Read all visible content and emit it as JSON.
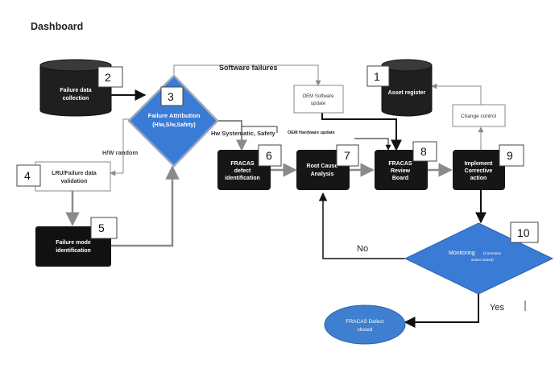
{
  "page": {
    "title": "Dashboard"
  },
  "nodes": {
    "failure_data": {
      "line1": "Failure data",
      "line2": "collection",
      "num": "2"
    },
    "asset_register": {
      "line1": "Asset register",
      "num": "1"
    },
    "failure_attribution": {
      "line1": "Failure Attribution",
      "line2": "(H/w,S/w,Safety)",
      "num": "3"
    },
    "oem_software": {
      "line1": "OEM Software",
      "line2": "update"
    },
    "change_control": {
      "line1": "Change control"
    },
    "lru_validation": {
      "line1": "LRU/Failure data",
      "line2": "validation",
      "num": "4"
    },
    "fracas_defect": {
      "line1": "FRACAS",
      "line2": "defect",
      "line3": "identification",
      "num": "6"
    },
    "root_cause": {
      "line1": "Root Cause",
      "line2": "Analysis",
      "num": "7"
    },
    "review_board": {
      "line1": "FRACAS",
      "line2": "Review",
      "line3": "Board",
      "num": "8"
    },
    "implement": {
      "line1": "Implement",
      "line2": "Corrective",
      "line3": "action",
      "num": "9"
    },
    "failure_mode": {
      "line1": "Failure mode",
      "line2": "identification",
      "num": "5"
    },
    "monitoring": {
      "main": "Monitoring",
      "small1": "(Corrective",
      "small2": "action closed)",
      "num": "10"
    },
    "closed": {
      "line1": "FRACAS Defect",
      "line2": "closed"
    }
  },
  "edge_labels": {
    "software_failures": "Software failures",
    "hw_systematic": "Hw Systematic, Safety",
    "oem_hardware": "OEM Hardware update",
    "hw_random": "H/W random",
    "no": "No",
    "yes": "Yes"
  },
  "colors": {
    "dark": "#1b1b1b",
    "diamond_blue": "#3a7bd5",
    "oval_blue": "#3f7fd0",
    "gray_line": "#8a8a8a",
    "black_line": "#111111"
  }
}
